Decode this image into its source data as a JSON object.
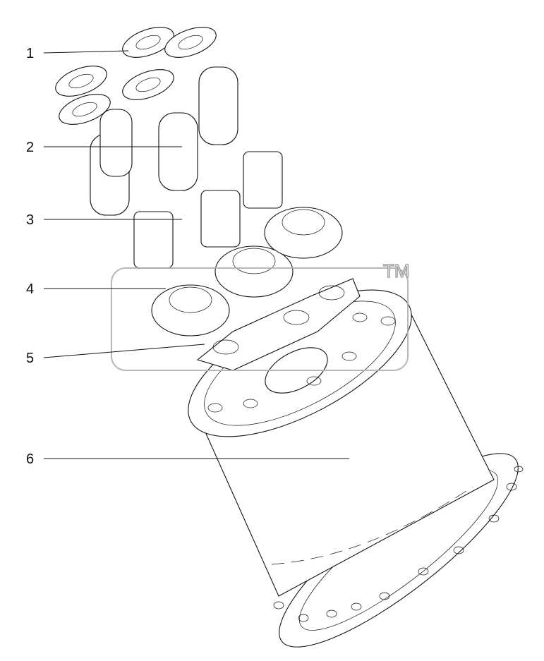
{
  "callouts": [
    {
      "id": "1",
      "label": "1"
    },
    {
      "id": "2",
      "label": "2"
    },
    {
      "id": "3",
      "label": "3"
    },
    {
      "id": "4",
      "label": "4"
    },
    {
      "id": "5",
      "label": "5"
    },
    {
      "id": "6",
      "label": "6"
    }
  ],
  "watermark": {
    "tm": "TM"
  }
}
